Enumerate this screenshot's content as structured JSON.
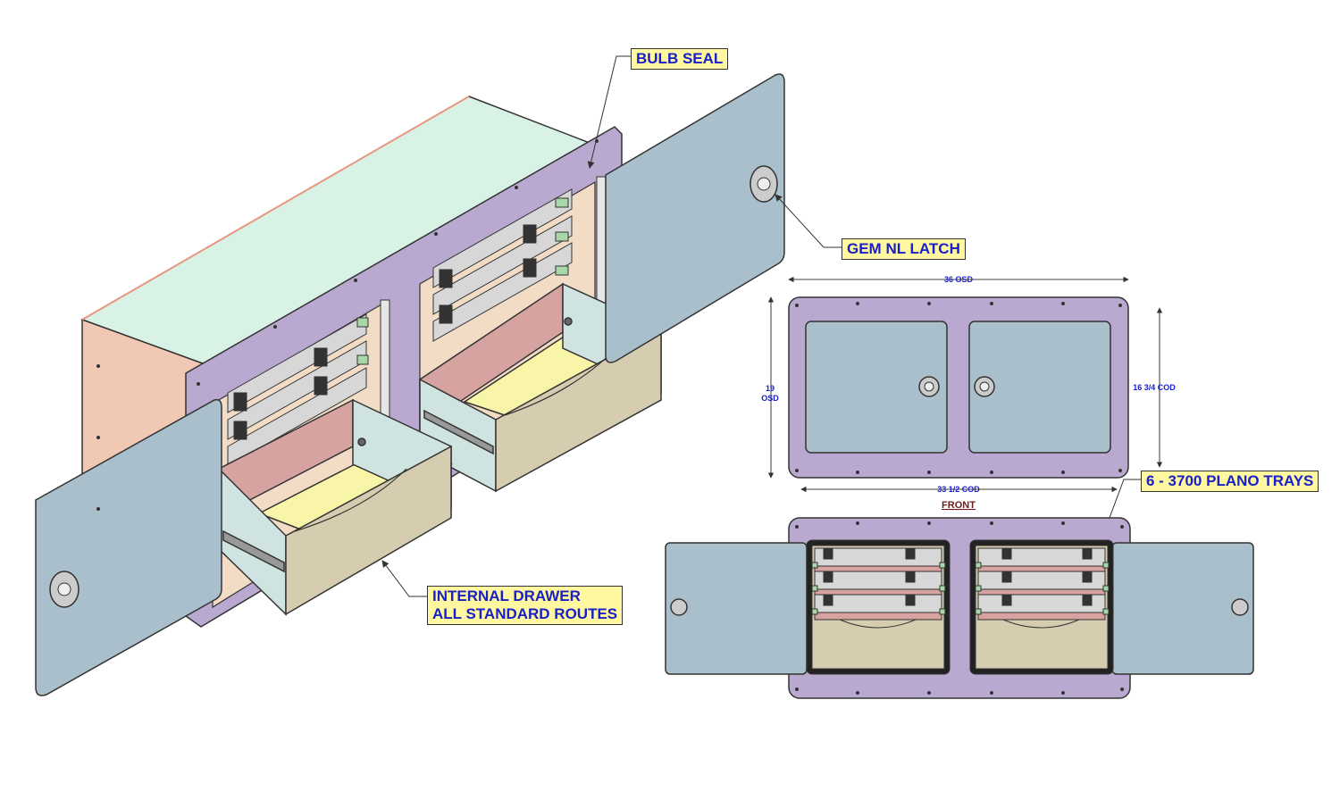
{
  "callouts": {
    "bulb_seal": "BULB SEAL",
    "gem_latch": "GEM NL LATCH",
    "internal_drawer_1": "INTERNAL DRAWER",
    "internal_drawer_2": "ALL STANDARD ROUTES",
    "plano_trays": "6 - 3700 PLANO TRAYS"
  },
  "dimensions": {
    "width_osd": "36 OSD",
    "height_osd_1": "19",
    "height_osd_2": "OSD",
    "height_cod": "16 3/4 COD",
    "width_cod": "33 1/2 COD"
  },
  "views": {
    "front": "FRONT"
  },
  "colors": {
    "flange": "#b9a8cf",
    "door": "#a9bfcb",
    "box_top": "#d9f2e6",
    "box_side": "#f0c8b4",
    "drawer_front": "#d6cdb0",
    "drawer_floor": "#f8f4a8",
    "drawer_back": "#d6a3a0",
    "drawer_side": "#cfe3e0",
    "tray": "#d7d7d7",
    "latch_green": "#a8d8a8",
    "callout_bg": "#fff8a0",
    "callout_text": "#1a20c8"
  }
}
